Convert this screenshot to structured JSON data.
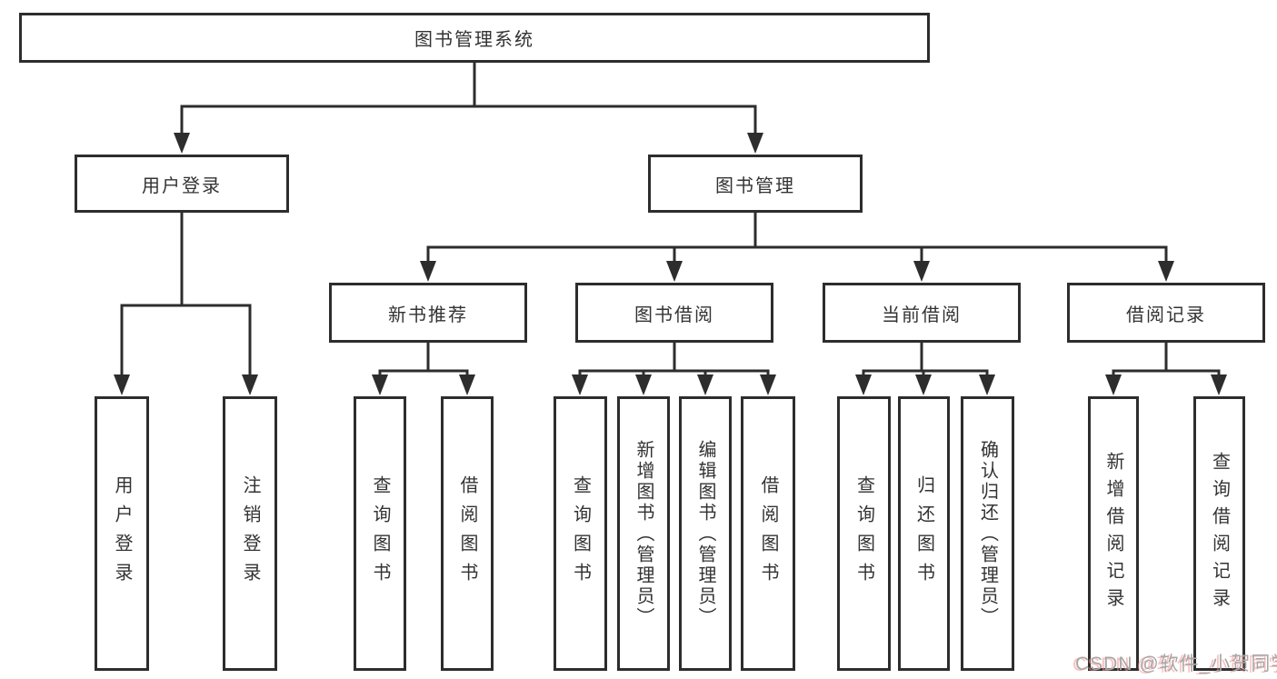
{
  "title": "图书管理系统",
  "branches": [
    {
      "label": "用户登录",
      "children": [
        "用户登录",
        "注销登录"
      ]
    },
    {
      "label": "图书管理",
      "sections": [
        {
          "label": "新书推荐",
          "children": [
            "查询图书",
            "借阅图书"
          ]
        },
        {
          "label": "图书借阅",
          "children": [
            "查询图书",
            "新增图书（管理员）",
            "编辑图书（管理员）",
            "借阅图书"
          ]
        },
        {
          "label": "当前借阅",
          "children": [
            "查询图书",
            "归还图书",
            "确认归还（管理员）"
          ]
        },
        {
          "label": "借阅记录",
          "children": [
            "新增借阅记录",
            "查询借阅记录"
          ]
        }
      ]
    }
  ],
  "watermark": "CSDN @软件_小贺同学",
  "colors": {
    "line": "#2d2d2d",
    "text": "#333333",
    "background": "#ffffff",
    "watermark_text": "#a7a7a7",
    "watermark_shadow": "#f68c8c"
  }
}
